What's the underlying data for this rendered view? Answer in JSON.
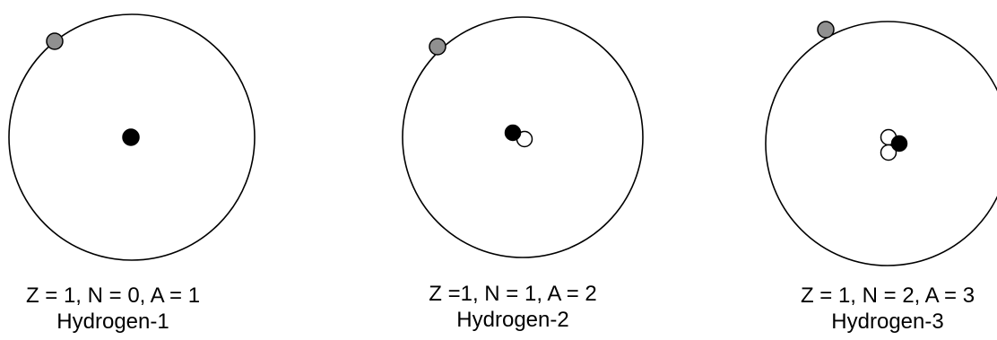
{
  "colors": {
    "orbit_stroke": "#000000",
    "electron_fill": "#909090",
    "proton_fill": "#000000",
    "neutron_fill": "#ffffff"
  },
  "atoms": [
    {
      "name": "Hydrogen-1",
      "caption": "Z = 1, N = 0, A = 1",
      "protons": 1,
      "neutrons": 0,
      "electrons": 1
    },
    {
      "name": "Hydrogen-2",
      "caption": "Z =1, N = 1, A = 2",
      "protons": 1,
      "neutrons": 1,
      "electrons": 1
    },
    {
      "name": "Hydrogen-3",
      "caption": "Z = 1, N = 2, A = 3",
      "protons": 1,
      "neutrons": 2,
      "electrons": 1
    }
  ]
}
